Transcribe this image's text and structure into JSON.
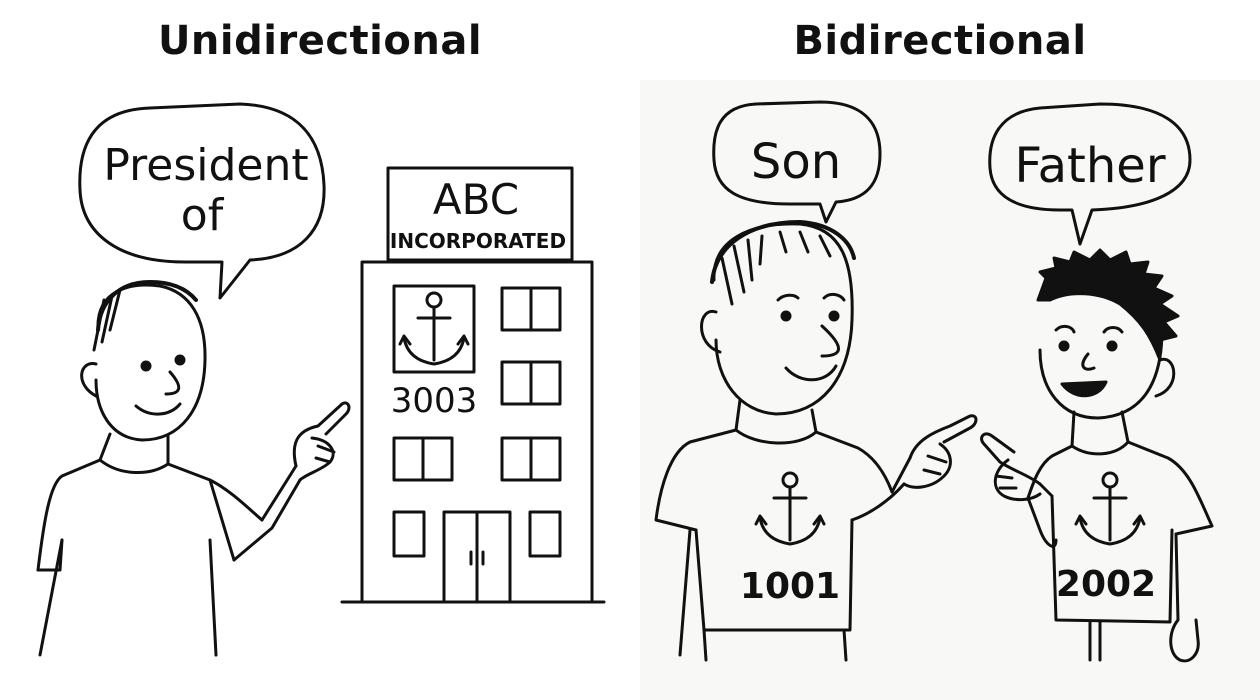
{
  "titles": {
    "left": "Unidirectional",
    "right": "Bidirectional"
  },
  "left_scene": {
    "speech_bubble": {
      "line1": "President",
      "line2": "of"
    },
    "building": {
      "sign_line1": "ABC",
      "sign_line2": "INCORPORATED",
      "number": "3003"
    }
  },
  "right_scene": {
    "father": {
      "speech": "Son",
      "shirt_number": "1001"
    },
    "son": {
      "speech": "Father",
      "shirt_number": "2002"
    }
  },
  "colors": {
    "ink": "#111111",
    "right_background": "#f8f8f6"
  }
}
